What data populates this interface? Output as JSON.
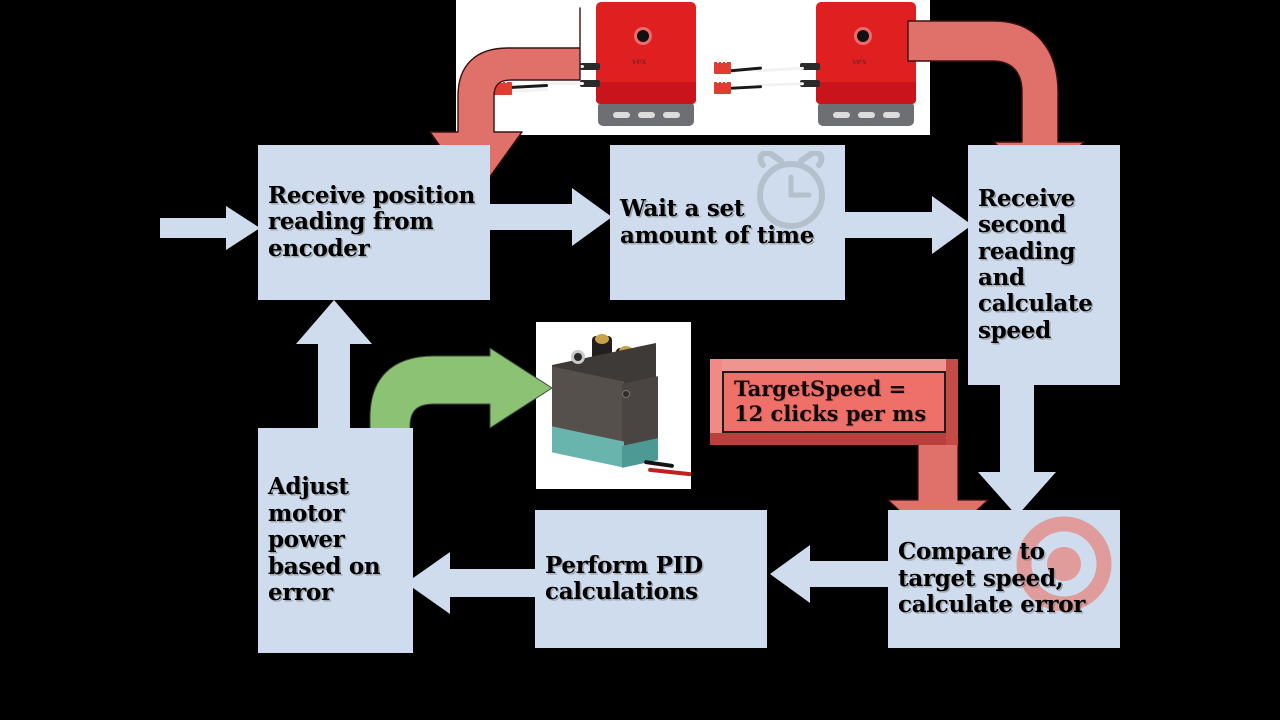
{
  "diagram": {
    "title": "Motor speed PID control flowchart",
    "background_color": "#000000",
    "box_fill": "#cfdced",
    "arrow_blue": "#cfdced",
    "arrow_red": "#e0706a",
    "arrow_green": "#8cc274",
    "plaque_color": "#e8645e",
    "target_icon_color": "#e09b9b"
  },
  "nodes": [
    {
      "id": "receive-position",
      "label": "Receive position\nreading from\nencoder",
      "font_size": 23
    },
    {
      "id": "wait-time",
      "label": "Wait a set\namount of time",
      "font_size": 23
    },
    {
      "id": "receive-second",
      "label": "Receive\nsecond\nreading\nand\ncalculate\nspeed",
      "font_size": 23
    },
    {
      "id": "compare-target",
      "label": "Compare to\ntarget speed,\ncalculate error",
      "font_size": 23
    },
    {
      "id": "perform-pid",
      "label": "Perform PID\ncalculations",
      "font_size": 23
    },
    {
      "id": "adjust-motor",
      "label": "Adjust\nmotor\npower\nbased on\nerror",
      "font_size": 23
    }
  ],
  "callout": {
    "id": "target-speed-callout",
    "label": "TargetSpeed =\n12 clicks per ms"
  },
  "images": [
    {
      "id": "encoder-photo",
      "caption": "Two red VEX shaft encoder modules with ribbon cables and connectors"
    },
    {
      "id": "motor-photo",
      "caption": "VEX DC gear motor with teal base and power leads"
    }
  ],
  "icons": [
    {
      "id": "alarm-clock-icon",
      "name": "alarm-clock-icon",
      "color": "#b8c4cf"
    },
    {
      "id": "bullseye-target-icon",
      "name": "bullseye-target-icon",
      "color": "#e09b9b"
    }
  ],
  "connections": [
    {
      "id": "entry-arrow",
      "from": "",
      "to": "receive-position",
      "direction": "right",
      "color": "#cfdced"
    },
    {
      "id": "position-to-wait",
      "from": "receive-position",
      "to": "wait-time",
      "direction": "right",
      "color": "#cfdced"
    },
    {
      "id": "wait-to-second",
      "from": "wait-time",
      "to": "receive-second",
      "direction": "right",
      "color": "#cfdced"
    },
    {
      "id": "second-to-compare",
      "from": "receive-second",
      "to": "compare-target",
      "direction": "down",
      "color": "#cfdced"
    },
    {
      "id": "compare-to-pid",
      "from": "compare-target",
      "to": "perform-pid",
      "direction": "left",
      "color": "#cfdced"
    },
    {
      "id": "pid-to-adjust",
      "from": "perform-pid",
      "to": "adjust-motor",
      "direction": "left",
      "color": "#cfdced"
    },
    {
      "id": "adjust-to-position",
      "from": "adjust-motor",
      "to": "receive-position",
      "direction": "up",
      "color": "#cfdced"
    },
    {
      "id": "encoder-to-position",
      "from": "encoder-photo",
      "to": "receive-position",
      "direction": "elbow-down-left",
      "color": "#e0706a"
    },
    {
      "id": "encoder-to-second",
      "from": "encoder-photo",
      "to": "receive-second",
      "direction": "elbow-right-down",
      "color": "#e0706a"
    },
    {
      "id": "callout-to-compare",
      "from": "target-speed-callout",
      "to": "compare-target",
      "direction": "down",
      "color": "#e0706a"
    },
    {
      "id": "adjust-to-motor",
      "from": "adjust-motor",
      "to": "motor-photo",
      "direction": "elbow-up-right",
      "color": "#8cc274"
    }
  ]
}
